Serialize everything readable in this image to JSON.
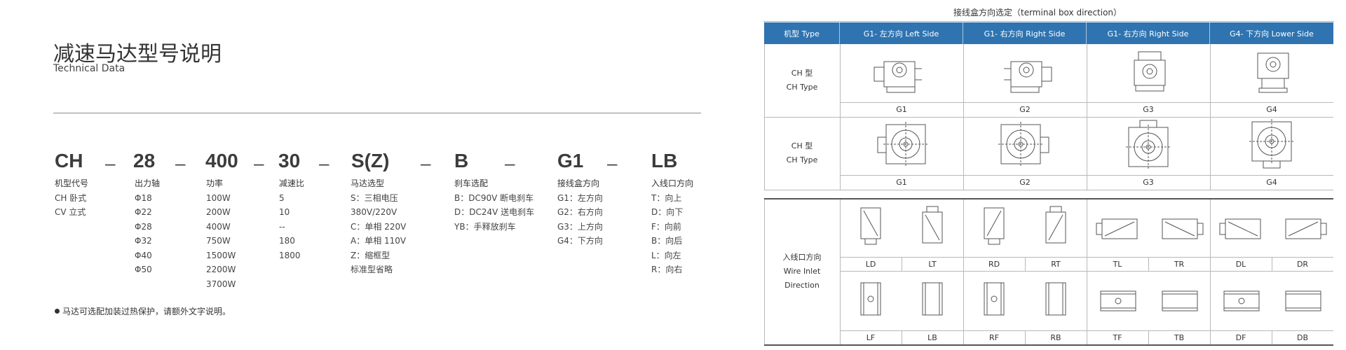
{
  "header": {
    "title_cn": "减速马达型号说明",
    "title_en": "Technical Data"
  },
  "model_code": {
    "segments": [
      {
        "code": "CH",
        "label": "机型代号",
        "values": [
          "CH 卧式",
          "CV 立式"
        ]
      },
      {
        "code": "28",
        "label": "出力轴",
        "values": [
          "Φ18",
          "Φ22",
          "Φ28",
          "Φ32",
          "Φ40",
          "Φ50"
        ]
      },
      {
        "code": "400",
        "label": "功率",
        "values": [
          "100W",
          "200W",
          "400W",
          "750W",
          "1500W",
          "2200W",
          "3700W"
        ]
      },
      {
        "code": "30",
        "label": "减速比",
        "values": [
          "5",
          "10",
          "--",
          "180",
          "1800"
        ]
      },
      {
        "code": "S(Z)",
        "label": "马达选型",
        "values": [
          "S：三相电压",
          "380V/220V",
          "C：单相 220V",
          "A：单相 110V",
          "Z：缩框型",
          "标准型省略"
        ]
      },
      {
        "code": "B",
        "label": "刹车选配",
        "values": [
          "B：DC90V 断电刹车",
          "D：DC24V 送电刹车",
          "YB：手释放刹车"
        ]
      },
      {
        "code": "G1",
        "label": "接线盒方向",
        "values": [
          "G1：左方向",
          "G2：右方向",
          "G3：上方向",
          "G4：下方向"
        ]
      },
      {
        "code": "LB",
        "label": "入线口方向",
        "values": [
          "T：向上",
          "D：向下",
          "F：向前",
          "B：向后",
          "L：向左",
          "R：向右"
        ]
      }
    ],
    "separator": "–"
  },
  "note": "马达可选配加装过热保护，请额外文字说明。",
  "terminal_table": {
    "title": "接线盒方向选定（terminal box direction）",
    "headers": [
      "机型 Type",
      "G1- 左方向 Left Side",
      "G1- 右方向 Right Side",
      "G1- 右方向 Right Side",
      "G4- 下方向 Lower Side"
    ],
    "rows": [
      {
        "type_cn": "CH 型",
        "type_en": "CH Type",
        "labels": [
          "G1",
          "G2",
          "G3",
          "G4"
        ]
      },
      {
        "type_cn": "CH 型",
        "type_en": "CH Type",
        "labels": [
          "G1",
          "G2",
          "G3",
          "G4"
        ]
      }
    ],
    "wire_inlet": {
      "label_lines": [
        "入线口方向",
        "Wire Inlet",
        "Direction"
      ],
      "top_labels": [
        "LD",
        "LT",
        "RD",
        "RT",
        "TL",
        "TR",
        "DL",
        "DR"
      ],
      "bottom_labels": [
        "LF",
        "LB",
        "RF",
        "RB",
        "TF",
        "TB",
        "DF",
        "DB"
      ]
    }
  }
}
